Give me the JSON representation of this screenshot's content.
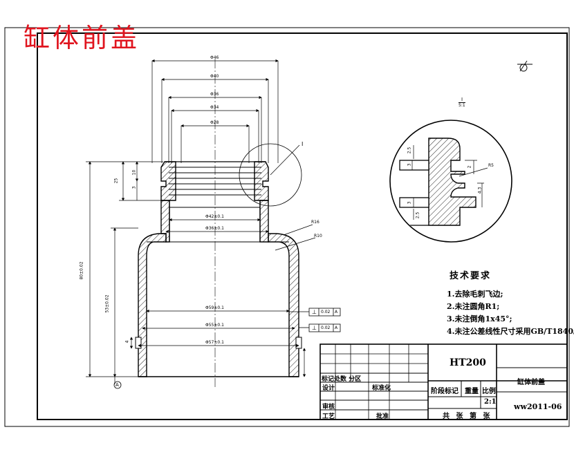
{
  "title": "缸体前盖",
  "detail_view": {
    "label": "I",
    "ratio_num": "I",
    "ratio_den": "5:1"
  },
  "dimensions": {
    "d46": "Φ46",
    "d40": "Φ40",
    "d36": "Φ36",
    "d34": "Φ34",
    "d28": "Φ28",
    "d42": "Φ42±0.1",
    "d36b": "Φ36±0.1",
    "d59": "Φ59±0.1",
    "d55": "Φ55±0.1",
    "d57": "Φ57±0.1",
    "h80": "80±0.02",
    "h53": "53±0.02",
    "h25": "25",
    "h10": "10",
    "h3": "3",
    "h4": "4",
    "r16": "R16",
    "r10": "R10",
    "r5": "R5",
    "det_25a": "2.5",
    "det_3a": "3",
    "det_2": "2",
    "det_3b": "3",
    "det_25b": "2.5",
    "det_43": "4.3"
  },
  "tolerance_frames": [
    {
      "symbol": "⊥",
      "value": "0.02",
      "datum": "A"
    },
    {
      "symbol": "⊥",
      "value": "0.02",
      "datum": "A"
    }
  ],
  "datum_label": "A",
  "tech_requirements": {
    "heading": "技术要求",
    "items": [
      "1.去除毛刺飞边;",
      "2.未注圆角R1;",
      "3.未注倒角1x45°;",
      "4.未注公差线性尺寸采用GB/T1840。"
    ]
  },
  "title_block": {
    "material": "HT200",
    "part_name": "缸体前盖",
    "mark_row": "标记处数 分区",
    "design": "设计",
    "standardize": "标准化",
    "stage_mark": "阶段标记",
    "weight": "重量",
    "scale_label": "比例",
    "scale": "2:1",
    "review": "审核",
    "process": "工艺",
    "approve": "批准",
    "sheet": "共 张 第 张",
    "drawing_no": "ww2011-06"
  }
}
